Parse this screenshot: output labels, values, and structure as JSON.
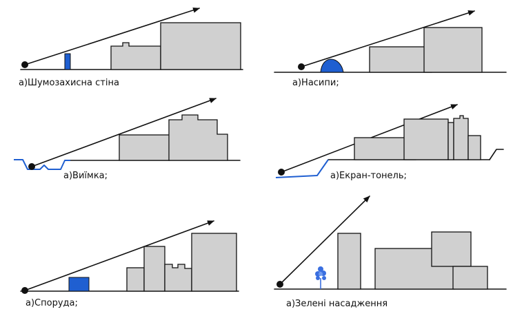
{
  "panels": [
    {
      "caption": "а)Шумозахисна стіна"
    },
    {
      "caption": "а)Насипи;"
    },
    {
      "caption": "а)Виїмка;"
    },
    {
      "caption": "а)Екран-тонель;"
    },
    {
      "caption": "а)Споруда;"
    },
    {
      "caption": "а)Зелені насадження"
    }
  ],
  "colors": {
    "barrier": "#1f5fd1",
    "building": "#d0d0d0",
    "ink": "#111111",
    "tree": "#3a6fe0"
  }
}
